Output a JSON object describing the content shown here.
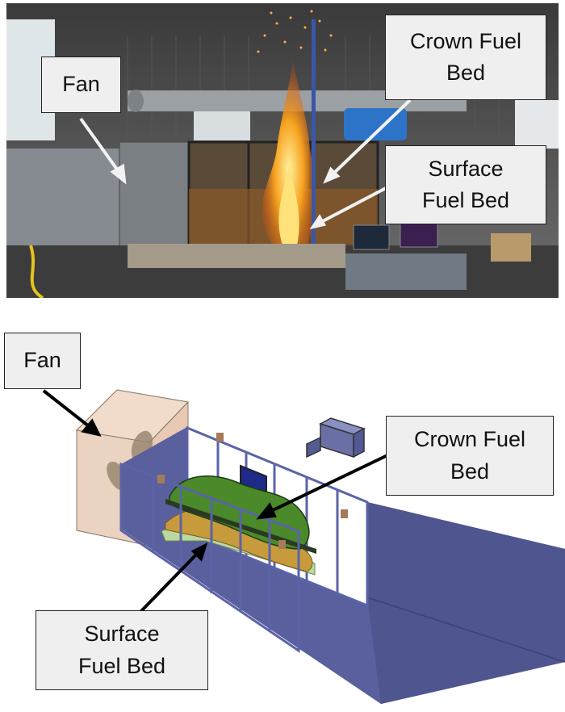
{
  "figure": {
    "top_panel": {
      "labels": {
        "fan": "Fan",
        "crown": "Crown Fuel\nBed",
        "surface": "Surface\nFuel Bed"
      }
    },
    "bottom_panel": {
      "labels": {
        "fan": "Fan",
        "crown": "Crown Fuel\nBed",
        "surface": "Surface\nFuel Bed"
      }
    }
  },
  "colors": {
    "label_background": "#efefef",
    "label_border": "#222222",
    "fan_box": "#e8c9b4",
    "tunnel_floor": "#5a5f9e",
    "crown_bed": "#4a8a2a",
    "surface_bed": "#c79b3c",
    "surface_base": "#b9d9a0",
    "frame": "#5b63a8",
    "flame": "#f07a18"
  }
}
